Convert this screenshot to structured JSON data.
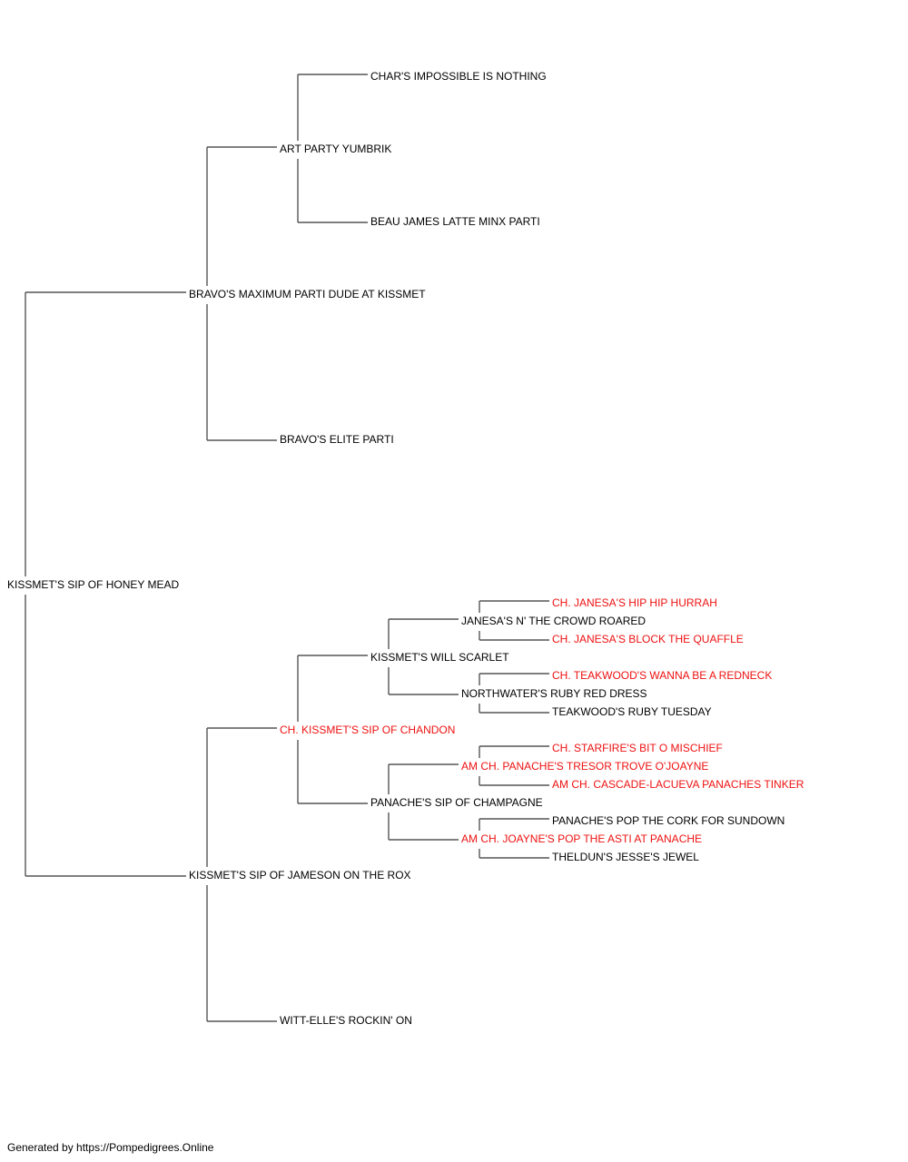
{
  "colors": {
    "champion_text": "#ee1111",
    "normal_text": "#000000",
    "line": "#555555"
  },
  "pedigree": {
    "subject": {
      "name": "KISSMET'S SIP OF HONEY MEAD",
      "champion": false
    },
    "sire": {
      "name": "BRAVO'S MAXIMUM PARTI DUDE AT KISSMET",
      "champion": false
    },
    "sire_sire": {
      "name": "ART PARTY YUMBRIK",
      "champion": false
    },
    "sire_sire_sire": {
      "name": "CHAR'S IMPOSSIBLE IS NOTHING",
      "champion": false
    },
    "sire_sire_dam": {
      "name": "BEAU JAMES LATTE MINX PARTI",
      "champion": false
    },
    "sire_dam": {
      "name": "BRAVO'S ELITE PARTI",
      "champion": false
    },
    "dam": {
      "name": "KISSMET'S SIP OF JAMESON ON THE ROX",
      "champion": false
    },
    "dam_sire": {
      "name": "CH. KISSMET'S SIP OF CHANDON",
      "champion": true
    },
    "dam_sire_sire": {
      "name": "KISSMET'S WILL SCARLET",
      "champion": false
    },
    "dam_sire_sire_sire": {
      "name": "JANESA'S N' THE CROWD ROARED",
      "champion": false
    },
    "dam_sire_sire_sire_sire": {
      "name": "CH. JANESA'S HIP HIP HURRAH",
      "champion": true
    },
    "dam_sire_sire_sire_dam": {
      "name": "CH. JANESA'S BLOCK THE QUAFFLE",
      "champion": true
    },
    "dam_sire_sire_dam": {
      "name": "NORTHWATER'S RUBY RED DRESS",
      "champion": false
    },
    "dam_sire_sire_dam_sire": {
      "name": "CH. TEAKWOOD'S WANNA BE A REDNECK",
      "champion": true
    },
    "dam_sire_sire_dam_dam": {
      "name": "TEAKWOOD'S RUBY TUESDAY",
      "champion": false
    },
    "dam_sire_dam": {
      "name": "PANACHE'S SIP OF CHAMPAGNE",
      "champion": false
    },
    "dam_sire_dam_sire": {
      "name": "AM CH. PANACHE'S TRESOR TROVE O'JOAYNE",
      "champion": true
    },
    "dam_sire_dam_sire_sire": {
      "name": "CH. STARFIRE'S BIT O MISCHIEF",
      "champion": true
    },
    "dam_sire_dam_sire_dam": {
      "name": "AM CH. CASCADE-LACUEVA PANACHES TINKER",
      "champion": true
    },
    "dam_sire_dam_dam": {
      "name": "AM CH. JOAYNE'S POP THE ASTI AT PANACHE",
      "champion": true
    },
    "dam_sire_dam_dam_sire": {
      "name": "PANACHE'S POP THE CORK FOR SUNDOWN",
      "champion": false
    },
    "dam_sire_dam_dam_dam": {
      "name": "THELDUN'S JESSE'S JEWEL",
      "champion": false
    },
    "dam_dam": {
      "name": "WITT-ELLE'S ROCKIN' ON",
      "champion": false
    }
  },
  "footer": "Generated by https://Pompedigrees.Online"
}
